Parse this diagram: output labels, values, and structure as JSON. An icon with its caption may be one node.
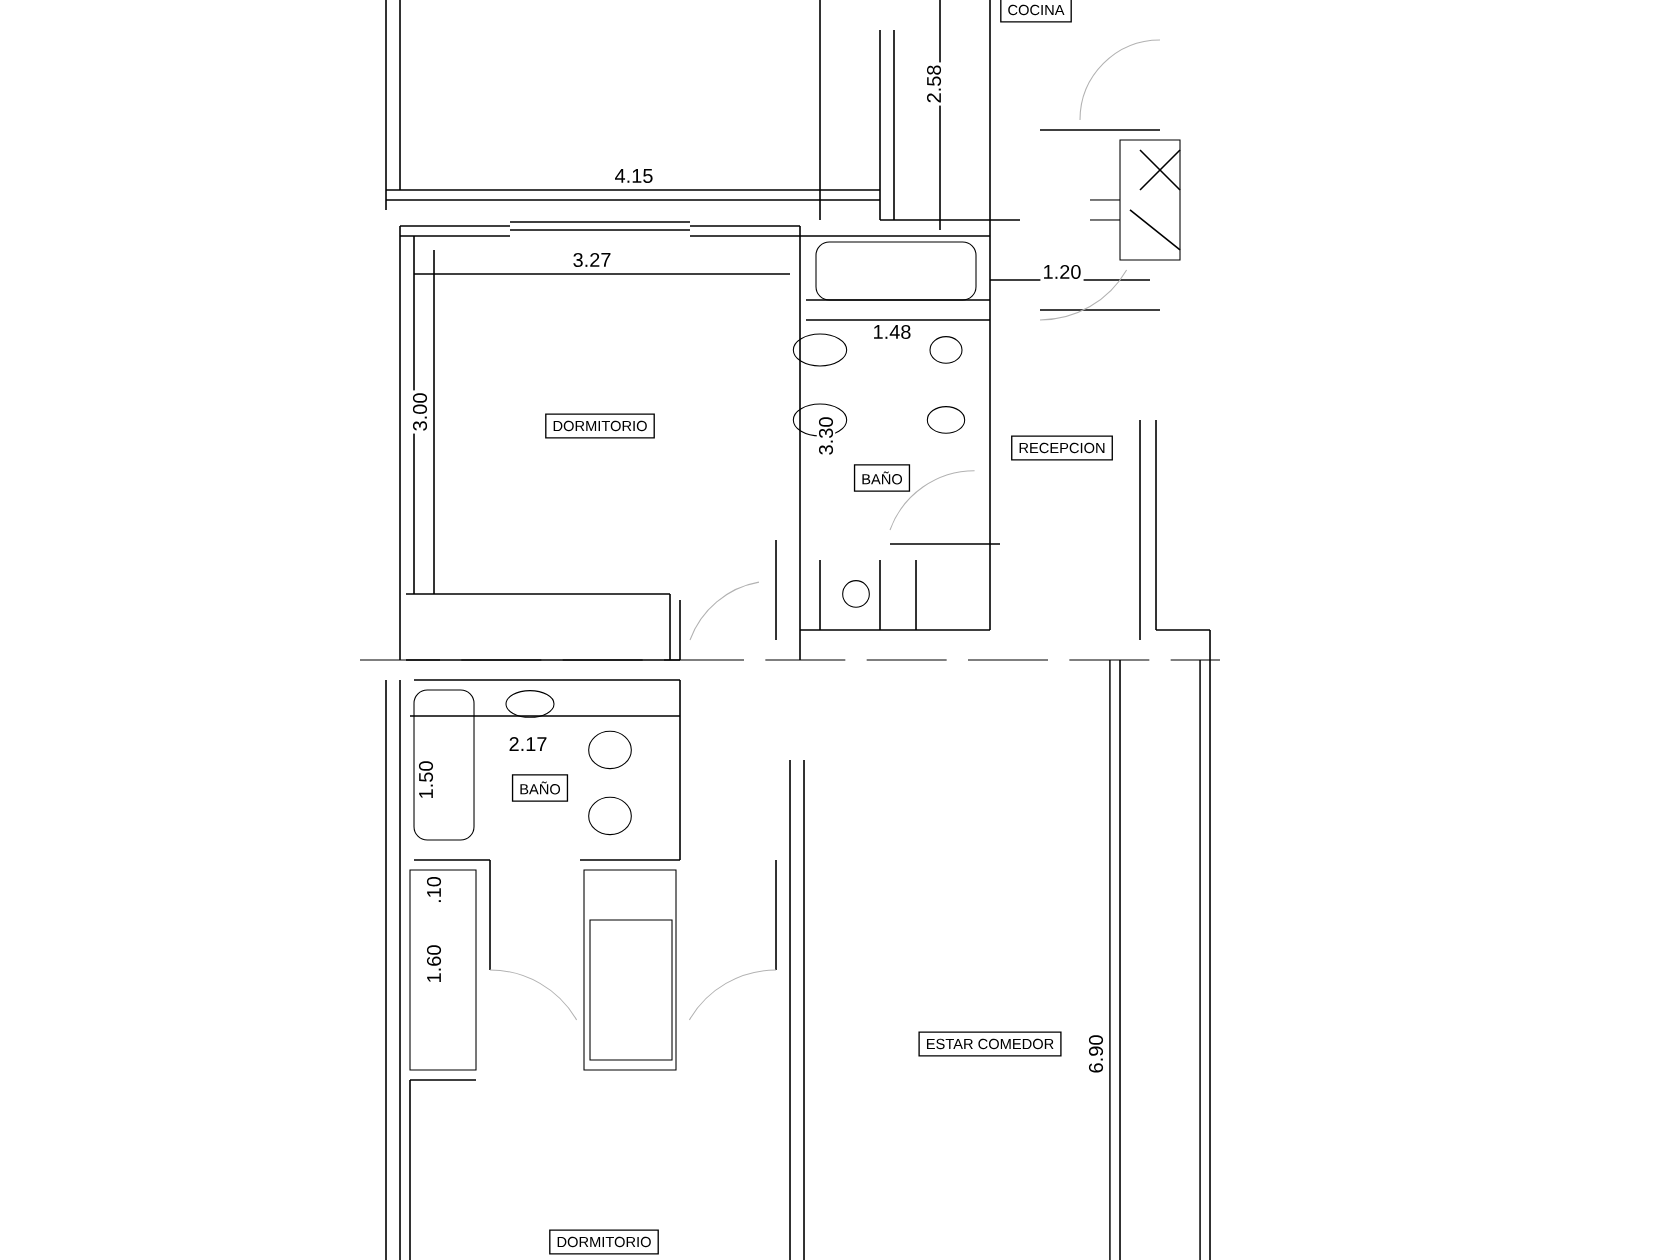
{
  "diagram": {
    "nodes": [
      {
        "text": [
          "COCINA"
        ]
      },
      {
        "text": [
          "DORMITORIO"
        ]
      },
      {
        "text": [
          "BAÑO"
        ]
      },
      {
        "text": [
          "RECEPCION"
        ]
      },
      {
        "text": [
          "BAÑO"
        ]
      },
      {
        "text": [
          "ESTAR COMEDOR"
        ]
      },
      {
        "text": [
          "DORMITORIO"
        ]
      }
    ],
    "edges": [],
    "labels": [
      "2.58",
      "4.15",
      "3.27",
      "1.20",
      "1.48",
      "3.00",
      "3.30",
      "2.17",
      "1.50",
      ".10",
      "1.60",
      "6.90"
    ]
  }
}
